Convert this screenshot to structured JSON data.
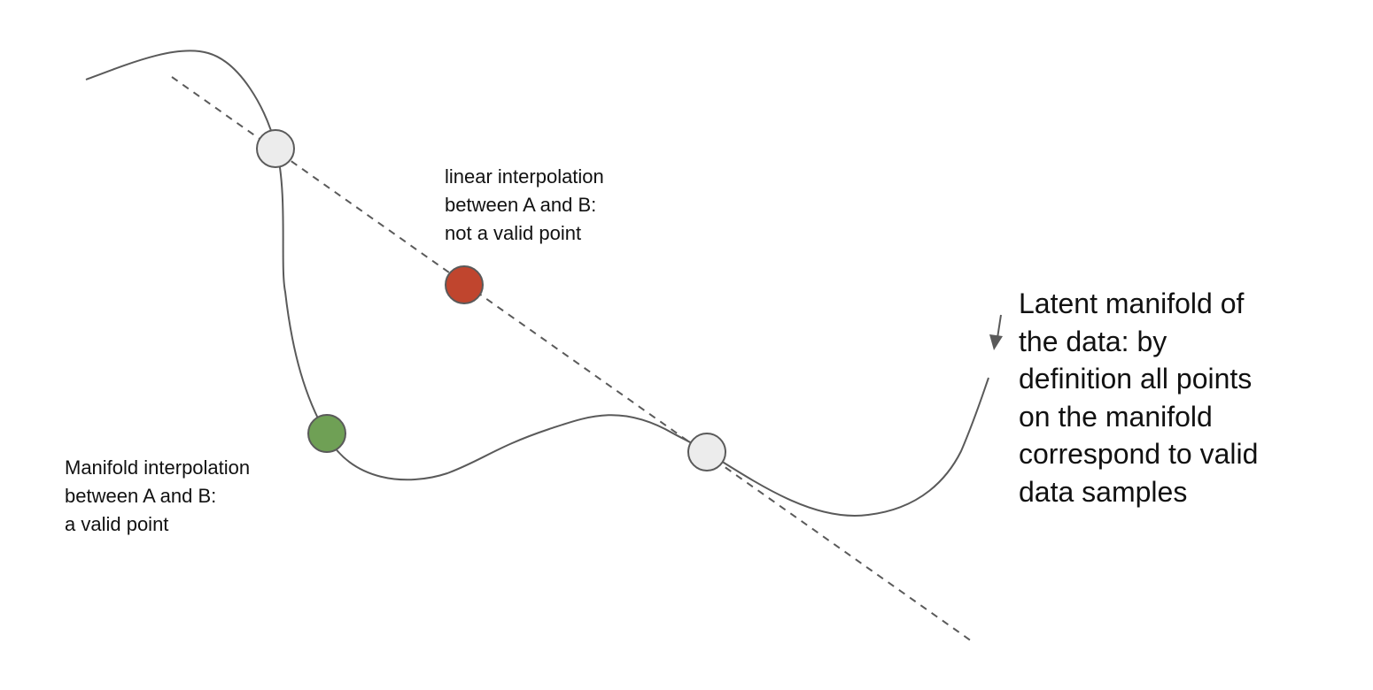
{
  "colors": {
    "curve": "#5a5a5a",
    "dashed_line": "#5a5a5a",
    "endpoint_fill": "#ececec",
    "endpoint_stroke": "#5a5a5a",
    "invalid_point_fill": "#c0452e",
    "valid_point_fill": "#6fa055",
    "text": "#111111"
  },
  "labels": {
    "linear": {
      "lines": [
        "linear interpolation",
        "between A and B:",
        "not a valid point"
      ]
    },
    "manifold_interpolation": {
      "lines": [
        "Manifold interpolation",
        "between A and B:",
        "a valid point"
      ]
    },
    "latent_manifold": {
      "lines": [
        "Latent manifold of",
        "the data: by",
        "definition all points",
        "on the manifold",
        "correspond to valid",
        "data samples"
      ]
    }
  }
}
